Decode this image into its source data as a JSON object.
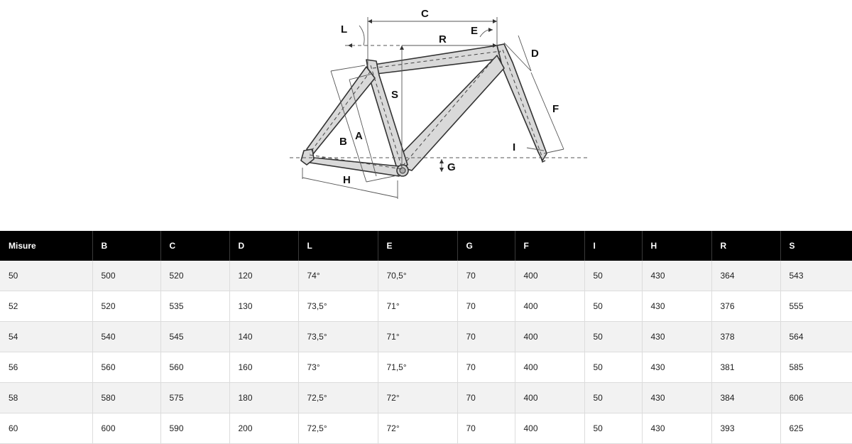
{
  "diagram": {
    "labels": {
      "C": "C",
      "L": "L",
      "E": "E",
      "R": "R",
      "D": "D",
      "S": "S",
      "F": "F",
      "B": "B",
      "A": "A",
      "I": "I",
      "G": "G",
      "H": "H"
    }
  },
  "table": {
    "headers": [
      "Misure",
      "B",
      "C",
      "D",
      "L",
      "E",
      "G",
      "F",
      "I",
      "H",
      "R",
      "S"
    ],
    "rows": [
      [
        "50",
        "500",
        "520",
        "120",
        "74°",
        "70,5°",
        "70",
        "400",
        "50",
        "430",
        "364",
        "543"
      ],
      [
        "52",
        "520",
        "535",
        "130",
        "73,5°",
        "71°",
        "70",
        "400",
        "50",
        "430",
        "376",
        "555"
      ],
      [
        "54",
        "540",
        "545",
        "140",
        "73,5°",
        "71°",
        "70",
        "400",
        "50",
        "430",
        "378",
        "564"
      ],
      [
        "56",
        "560",
        "560",
        "160",
        "73°",
        "71,5°",
        "70",
        "400",
        "50",
        "430",
        "381",
        "585"
      ],
      [
        "58",
        "580",
        "575",
        "180",
        "72,5°",
        "72°",
        "70",
        "400",
        "50",
        "430",
        "384",
        "606"
      ],
      [
        "60",
        "600",
        "590",
        "200",
        "72,5°",
        "72°",
        "70",
        "400",
        "50",
        "430",
        "393",
        "625"
      ]
    ]
  }
}
